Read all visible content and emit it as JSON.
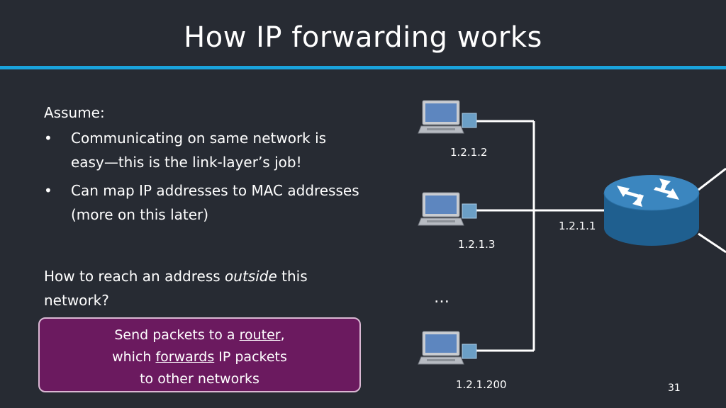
{
  "slide": {
    "title": "How IP forwarding works",
    "page_number": "31"
  },
  "content": {
    "assume": "Assume:",
    "bullets": [
      "Communicating on same network is easy—this is the link-layer’s job!",
      "Can map IP addresses to MAC addresses (more on this later)"
    ],
    "bullet_glyph": "•",
    "question_pre": "How to reach an address ",
    "question_em": "outside",
    "question_post": " this network?"
  },
  "callout": {
    "line1_pre": "Send packets to a ",
    "line1_link": "router",
    "line1_post": ",",
    "line2_pre": "which ",
    "line2_link": "forwards",
    "line2_post": " IP packets",
    "line3": "to other networks"
  },
  "diagram": {
    "hosts": [
      {
        "ip": "1.2.1.2",
        "icon": "laptop-icon"
      },
      {
        "ip": "1.2.1.3",
        "icon": "laptop-icon"
      },
      {
        "ip": "1.2.1.200",
        "icon": "laptop-icon"
      }
    ],
    "ellipsis": "…",
    "router_ip": "1.2.1.1",
    "router_icon": "router-icon"
  },
  "colors": {
    "background": "#272b33",
    "accent": "#1aa3dc",
    "callout_fill": "#6b1a5f",
    "router_fill": "#2a6fa3"
  }
}
